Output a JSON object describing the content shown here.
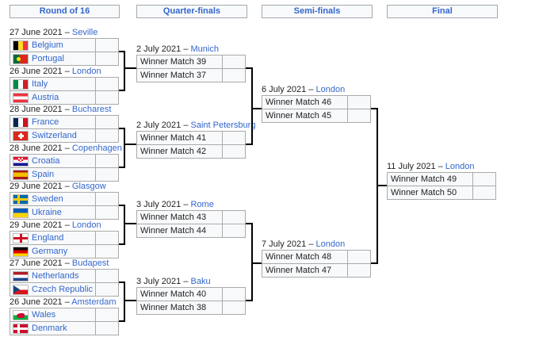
{
  "headers": [
    {
      "label": "Round of 16"
    },
    {
      "label": "Quarter-finals"
    },
    {
      "label": "Semi-finals"
    },
    {
      "label": "Final"
    }
  ],
  "r16": [
    {
      "date": "27 June 2021 – ",
      "city": "Seville",
      "home": {
        "name": "Belgium",
        "flag": "belgium",
        "score": ""
      },
      "away": {
        "name": "Portugal",
        "flag": "portugal",
        "score": ""
      }
    },
    {
      "date": "26 June 2021 – ",
      "city": "London",
      "home": {
        "name": "Italy",
        "flag": "italy",
        "score": ""
      },
      "away": {
        "name": "Austria",
        "flag": "austria",
        "score": ""
      }
    },
    {
      "date": "28 June 2021 – ",
      "city": "Bucharest",
      "home": {
        "name": "France",
        "flag": "france",
        "score": ""
      },
      "away": {
        "name": "Switzerland",
        "flag": "switzerland",
        "score": ""
      }
    },
    {
      "date": "28 June 2021 – ",
      "city": "Copenhagen",
      "home": {
        "name": "Croatia",
        "flag": "croatia",
        "score": ""
      },
      "away": {
        "name": "Spain",
        "flag": "spain",
        "score": ""
      }
    },
    {
      "date": "29 June 2021 – ",
      "city": "Glasgow",
      "home": {
        "name": "Sweden",
        "flag": "sweden",
        "score": ""
      },
      "away": {
        "name": "Ukraine",
        "flag": "ukraine",
        "score": ""
      }
    },
    {
      "date": "29 June 2021 – ",
      "city": "London",
      "home": {
        "name": "England",
        "flag": "england",
        "score": ""
      },
      "away": {
        "name": "Germany",
        "flag": "germany",
        "score": ""
      }
    },
    {
      "date": "27 June 2021 – ",
      "city": "Budapest",
      "home": {
        "name": "Netherlands",
        "flag": "netherlands",
        "score": ""
      },
      "away": {
        "name": "Czech Republic",
        "flag": "czech-republic",
        "score": ""
      }
    },
    {
      "date": "26 June 2021 – ",
      "city": "Amsterdam",
      "home": {
        "name": "Wales",
        "flag": "wales",
        "score": ""
      },
      "away": {
        "name": "Denmark",
        "flag": "denmark",
        "score": ""
      }
    }
  ],
  "qf": [
    {
      "date": "2 July 2021 – ",
      "city": "Munich",
      "home": {
        "name": "Winner Match 39",
        "score": ""
      },
      "away": {
        "name": "Winner Match 37",
        "score": ""
      }
    },
    {
      "date": "2 July 2021 – ",
      "city": "Saint Petersburg",
      "home": {
        "name": "Winner Match 41",
        "score": ""
      },
      "away": {
        "name": "Winner Match 42",
        "score": ""
      }
    },
    {
      "date": "3 July 2021 – ",
      "city": "Rome",
      "home": {
        "name": "Winner Match 43",
        "score": ""
      },
      "away": {
        "name": "Winner Match 44",
        "score": ""
      }
    },
    {
      "date": "3 July 2021 – ",
      "city": "Baku",
      "home": {
        "name": "Winner Match 40",
        "score": ""
      },
      "away": {
        "name": "Winner Match 38",
        "score": ""
      }
    }
  ],
  "sf": [
    {
      "date": "6 July 2021 – ",
      "city": "London",
      "home": {
        "name": "Winner Match 46",
        "score": ""
      },
      "away": {
        "name": "Winner Match 45",
        "score": ""
      }
    },
    {
      "date": "7 July 2021 – ",
      "city": "London",
      "home": {
        "name": "Winner Match 48",
        "score": ""
      },
      "away": {
        "name": "Winner Match 47",
        "score": ""
      }
    }
  ],
  "final": [
    {
      "date": "11 July 2021 – ",
      "city": "London",
      "home": {
        "name": "Winner Match 49",
        "score": ""
      },
      "away": {
        "name": "Winner Match 50",
        "score": ""
      }
    }
  ],
  "colors": {
    "link_blue": "#3366cc",
    "text": "#202122",
    "box_border": "#aaaaaa",
    "cell_bg": "#f8f9fa",
    "connector": "#000000"
  }
}
